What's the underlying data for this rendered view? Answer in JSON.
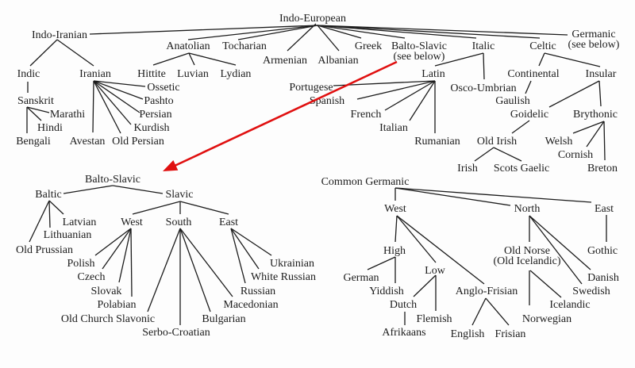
{
  "title": "Indo-European language family tree",
  "colors": {
    "ink": "#1c1c1c",
    "arrow": "#e01010",
    "background": "#fdfdfd"
  },
  "nodes": {
    "ie": [
      "Indo-European"
    ],
    "indoiranian": [
      "Indo-Iranian"
    ],
    "anatolian": [
      "Anatolian"
    ],
    "tocharian": [
      "Tocharian"
    ],
    "armenian": [
      "Armenian"
    ],
    "albanian": [
      "Albanian"
    ],
    "greek": [
      "Greek"
    ],
    "baltoslavic_ref": [
      "Balto-Slavic",
      "(see below)"
    ],
    "italic": [
      "Italic"
    ],
    "celtic": [
      "Celtic"
    ],
    "germanic_ref": [
      "Germanic",
      "(see below)"
    ],
    "indic": [
      "Indic"
    ],
    "iranian": [
      "Iranian"
    ],
    "hittite": [
      "Hittite"
    ],
    "luvian": [
      "Luvian"
    ],
    "lydian": [
      "Lydian"
    ],
    "sanskrit": [
      "Sanskrit"
    ],
    "marathi": [
      "Marathi"
    ],
    "hindi": [
      "Hindi"
    ],
    "bengali": [
      "Bengali"
    ],
    "ossetic": [
      "Ossetic"
    ],
    "pashto": [
      "Pashto"
    ],
    "persian": [
      "Persian"
    ],
    "kurdish": [
      "Kurdish"
    ],
    "oldpersian": [
      "Old Persian"
    ],
    "avestan": [
      "Avestan"
    ],
    "latin": [
      "Latin"
    ],
    "oscoumbrian": [
      "Osco-Umbrian"
    ],
    "portugese": [
      "Portugese"
    ],
    "spanish": [
      "Spanish"
    ],
    "french": [
      "French"
    ],
    "italian": [
      "Italian"
    ],
    "rumanian": [
      "Rumanian"
    ],
    "continental": [
      "Continental"
    ],
    "insular": [
      "Insular"
    ],
    "gaulish": [
      "Gaulish"
    ],
    "goidelic": [
      "Goidelic"
    ],
    "brythonic": [
      "Brythonic"
    ],
    "oldirish": [
      "Old Irish"
    ],
    "irish": [
      "Irish"
    ],
    "scotsgaelic": [
      "Scots Gaelic"
    ],
    "welsh": [
      "Welsh"
    ],
    "cornish": [
      "Cornish"
    ],
    "breton": [
      "Breton"
    ],
    "baltoslavic": [
      "Balto-Slavic"
    ],
    "baltic": [
      "Baltic"
    ],
    "slavic": [
      "Slavic"
    ],
    "latvian": [
      "Latvian"
    ],
    "lithuanian": [
      "Lithuanian"
    ],
    "oldprussian": [
      "Old Prussian"
    ],
    "sl_west": [
      "West"
    ],
    "sl_south": [
      "South"
    ],
    "sl_east": [
      "East"
    ],
    "polish": [
      "Polish"
    ],
    "czech": [
      "Czech"
    ],
    "slovak": [
      "Slovak"
    ],
    "polabian": [
      "Polabian"
    ],
    "ocs": [
      "Old Church Slavonic"
    ],
    "serbocroatian": [
      "Serbo-Croatian"
    ],
    "bulgarian": [
      "Bulgarian"
    ],
    "macedonian": [
      "Macedonian"
    ],
    "russian": [
      "Russian"
    ],
    "whiterussian": [
      "White Russian"
    ],
    "ukrainian": [
      "Ukrainian"
    ],
    "commongermanic": [
      "Common Germanic"
    ],
    "ge_west": [
      "West"
    ],
    "ge_north": [
      "North"
    ],
    "ge_east": [
      "East"
    ],
    "high": [
      "High"
    ],
    "low": [
      "Low"
    ],
    "anglofrisian": [
      "Anglo-Frisian"
    ],
    "german": [
      "German"
    ],
    "yiddish": [
      "Yiddish"
    ],
    "dutch": [
      "Dutch"
    ],
    "flemish": [
      "Flemish"
    ],
    "afrikaans": [
      "Afrikaans"
    ],
    "english": [
      "English"
    ],
    "frisian": [
      "Frisian"
    ],
    "oldnorse": [
      "Old Norse",
      "(Old Icelandic)"
    ],
    "danish": [
      "Danish"
    ],
    "swedish": [
      "Swedish"
    ],
    "icelandic": [
      "Icelandic"
    ],
    "norwegian": [
      "Norwegian"
    ],
    "gothic": [
      "Gothic"
    ]
  },
  "edges": [
    [
      "ie",
      "indoiranian"
    ],
    [
      "ie",
      "anatolian"
    ],
    [
      "ie",
      "tocharian"
    ],
    [
      "ie",
      "armenian"
    ],
    [
      "ie",
      "albanian"
    ],
    [
      "ie",
      "greek"
    ],
    [
      "ie",
      "baltoslavic_ref"
    ],
    [
      "ie",
      "italic"
    ],
    [
      "ie",
      "celtic"
    ],
    [
      "ie",
      "germanic_ref"
    ],
    [
      "indoiranian",
      "indic"
    ],
    [
      "indoiranian",
      "iranian"
    ],
    [
      "anatolian",
      "hittite"
    ],
    [
      "anatolian",
      "luvian"
    ],
    [
      "anatolian",
      "lydian"
    ],
    [
      "indic",
      "sanskrit"
    ],
    [
      "sanskrit",
      "marathi"
    ],
    [
      "sanskrit",
      "hindi"
    ],
    [
      "sanskrit",
      "bengali"
    ],
    [
      "iranian",
      "ossetic"
    ],
    [
      "iranian",
      "pashto"
    ],
    [
      "iranian",
      "persian"
    ],
    [
      "iranian",
      "kurdish"
    ],
    [
      "iranian",
      "oldpersian"
    ],
    [
      "iranian",
      "avestan"
    ],
    [
      "italic",
      "latin"
    ],
    [
      "italic",
      "oscoumbrian"
    ],
    [
      "latin",
      "portugese"
    ],
    [
      "latin",
      "spanish"
    ],
    [
      "latin",
      "french"
    ],
    [
      "latin",
      "italian"
    ],
    [
      "latin",
      "rumanian"
    ],
    [
      "celtic",
      "continental"
    ],
    [
      "celtic",
      "insular"
    ],
    [
      "continental",
      "gaulish"
    ],
    [
      "insular",
      "goidelic"
    ],
    [
      "insular",
      "brythonic"
    ],
    [
      "goidelic",
      "oldirish"
    ],
    [
      "oldirish",
      "irish"
    ],
    [
      "oldirish",
      "scotsgaelic"
    ],
    [
      "brythonic",
      "welsh"
    ],
    [
      "brythonic",
      "cornish"
    ],
    [
      "brythonic",
      "breton"
    ],
    [
      "baltoslavic",
      "baltic"
    ],
    [
      "baltoslavic",
      "slavic"
    ],
    [
      "baltic",
      "latvian"
    ],
    [
      "baltic",
      "lithuanian"
    ],
    [
      "baltic",
      "oldprussian"
    ],
    [
      "slavic",
      "sl_west"
    ],
    [
      "slavic",
      "sl_south"
    ],
    [
      "slavic",
      "sl_east"
    ],
    [
      "sl_west",
      "polish"
    ],
    [
      "sl_west",
      "czech"
    ],
    [
      "sl_west",
      "slovak"
    ],
    [
      "sl_west",
      "polabian"
    ],
    [
      "sl_south",
      "ocs"
    ],
    [
      "sl_south",
      "serbocroatian"
    ],
    [
      "sl_south",
      "bulgarian"
    ],
    [
      "sl_south",
      "macedonian"
    ],
    [
      "sl_east",
      "russian"
    ],
    [
      "sl_east",
      "whiterussian"
    ],
    [
      "sl_east",
      "ukrainian"
    ],
    [
      "commongermanic",
      "ge_west"
    ],
    [
      "commongermanic",
      "ge_north"
    ],
    [
      "commongermanic",
      "ge_east"
    ],
    [
      "ge_west",
      "high"
    ],
    [
      "ge_west",
      "low"
    ],
    [
      "ge_west",
      "anglofrisian"
    ],
    [
      "high",
      "german"
    ],
    [
      "high",
      "yiddish"
    ],
    [
      "low",
      "dutch"
    ],
    [
      "low",
      "flemish"
    ],
    [
      "dutch",
      "afrikaans"
    ],
    [
      "anglofrisian",
      "english"
    ],
    [
      "anglofrisian",
      "frisian"
    ],
    [
      "ge_north",
      "oldnorse"
    ],
    [
      "ge_north",
      "danish"
    ],
    [
      "ge_north",
      "swedish"
    ],
    [
      "oldnorse",
      "icelandic"
    ],
    [
      "oldnorse",
      "norwegian"
    ],
    [
      "ge_east",
      "gothic"
    ]
  ],
  "pointer": {
    "from": "baltoslavic_ref",
    "to": "baltoslavic"
  }
}
